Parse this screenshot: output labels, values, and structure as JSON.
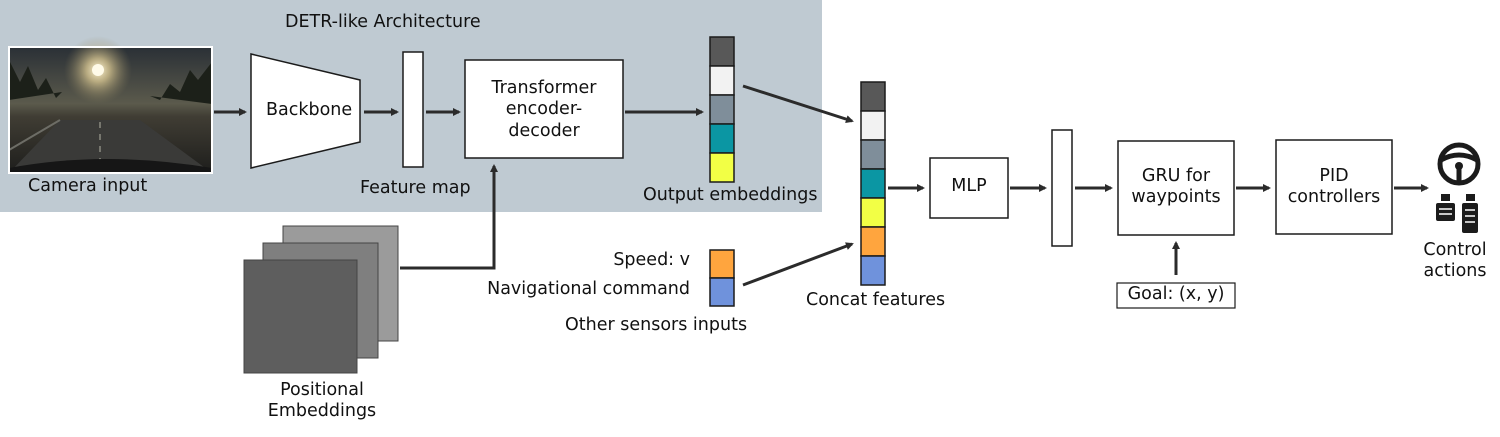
{
  "region_title": "DETR-like Architecture",
  "camera_label": "Camera input",
  "backbone_label": "Backbone",
  "feature_map_label": "Feature map",
  "transformer_label": "Transformer\nencoder-\ndecoder",
  "output_embeddings_label": "Output embeddings",
  "positional_embeddings_label": "Positional\nEmbeddings",
  "speed_label": "Speed: v",
  "nav_command_label": "Navigational command",
  "other_sensors_label": "Other sensors inputs",
  "concat_label": "Concat features",
  "mlp_label": "MLP",
  "gru_label": "GRU for\nwaypoints",
  "goal_label": "Goal: (x, y)",
  "pid_label": "PID\ncontrollers",
  "control_label": "Control\nactions",
  "icons": [
    "camera-image",
    "steering-wheel-icon",
    "pedal-icon"
  ],
  "colors": {
    "region_bg": "#bfcad2",
    "dark_gray": "#585858",
    "light_gray": "#f2f2f2",
    "slate": "#7f8e9a",
    "teal": "#0b96a3",
    "yellow": "#f2ff45",
    "orange": "#ffa53e",
    "blue": "#6f92dc"
  },
  "output_embedding_colors": [
    "#585858",
    "#f2f2f2",
    "#7f8e9a",
    "#0b96a3",
    "#f2ff45"
  ],
  "concat_colors": [
    "#585858",
    "#f2f2f2",
    "#7f8e9a",
    "#0b96a3",
    "#f2ff45",
    "#ffa53e",
    "#6f92dc"
  ],
  "sensor_colors": [
    "#ffa53e",
    "#6f92dc"
  ]
}
